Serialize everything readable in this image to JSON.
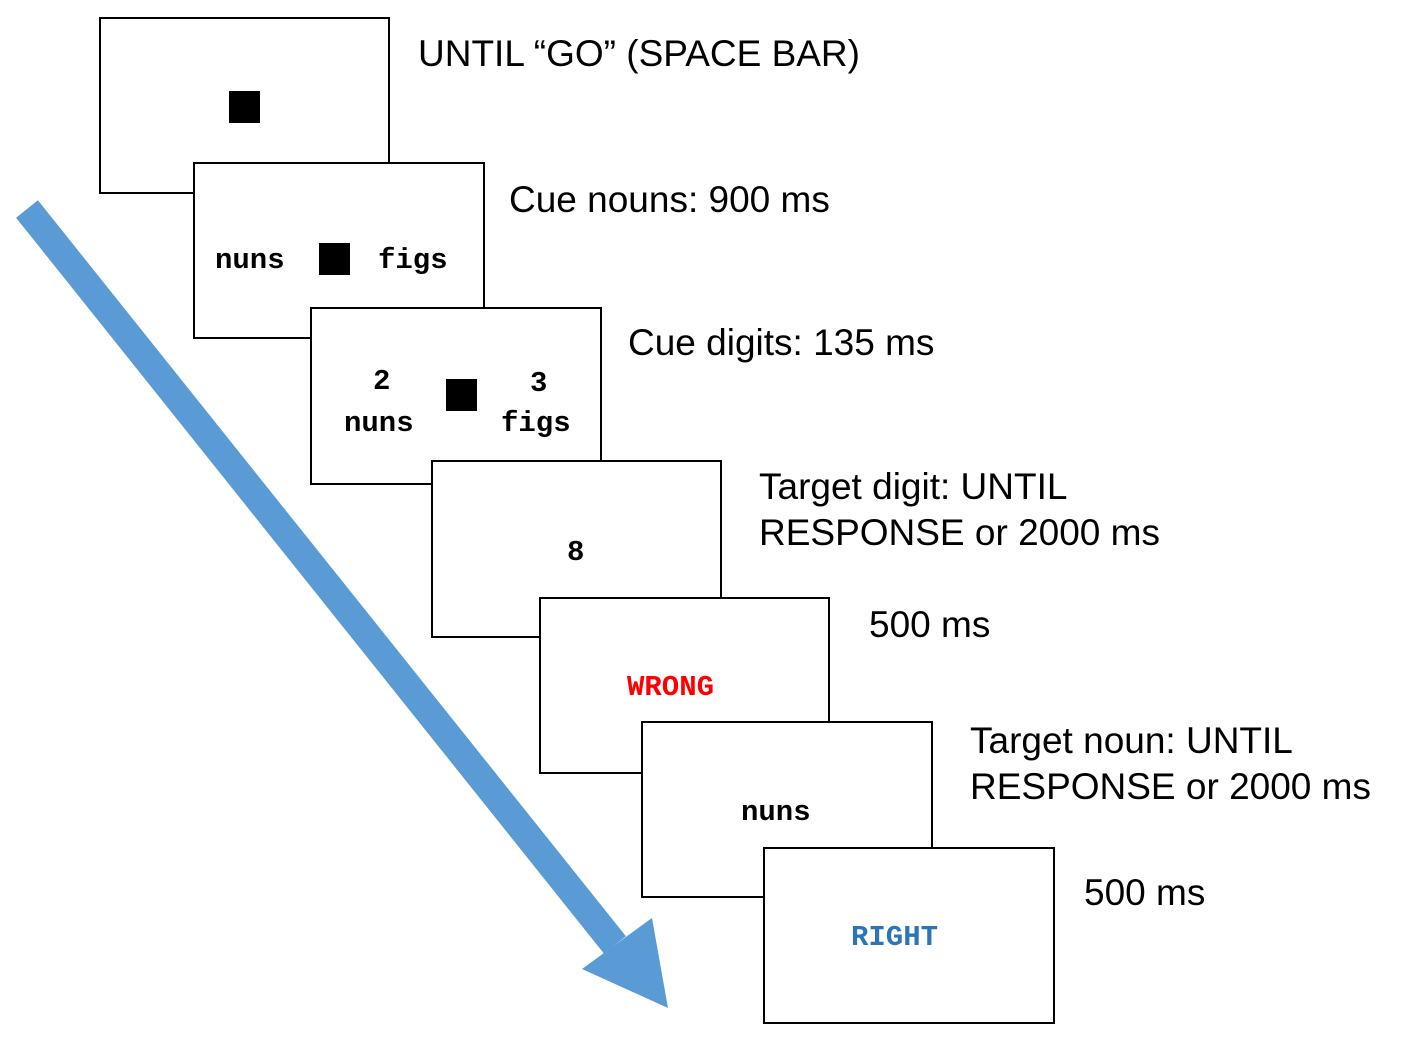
{
  "colors": {
    "arrow": "#5b9bd5",
    "wrong_text": "#ff0000",
    "right_text": "#2e75b6"
  },
  "arrow": {
    "icon": "diagonal-down-right-arrow",
    "direction": "time"
  },
  "frames": {
    "fixation": {
      "label": "UNTIL “GO” (SPACE BAR)",
      "icon": "fixation-square"
    },
    "cue_nouns": {
      "label": "Cue nouns: 900 ms",
      "left_word": "nuns",
      "right_word": "figs"
    },
    "cue_digits": {
      "label": "Cue digits: 135 ms",
      "left_digit": "2",
      "left_word": "nuns",
      "right_digit": "3",
      "right_word": "figs"
    },
    "target_digit": {
      "label_line1": "Target digit: UNTIL",
      "label_line2": "RESPONSE or 2000 ms",
      "digit": "8"
    },
    "feedback_wrong": {
      "label": "500 ms",
      "text": "WRONG"
    },
    "target_noun": {
      "label_line1": "Target noun: UNTIL",
      "label_line2": "RESPONSE or 2000 ms",
      "word": "nuns"
    },
    "feedback_right": {
      "label": "500 ms",
      "text": "RIGHT"
    }
  }
}
